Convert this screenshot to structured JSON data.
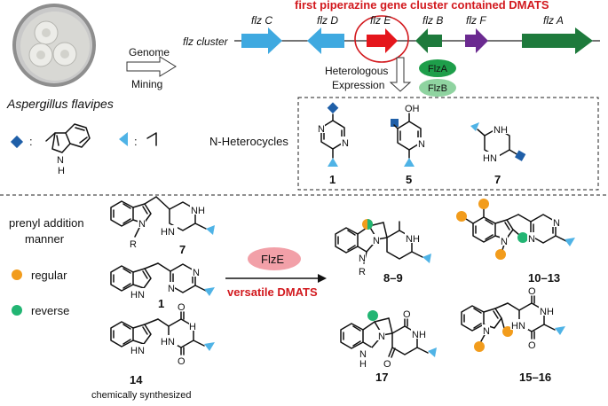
{
  "header": {
    "cluster_title": "first piperazine gene cluster contained DMATS",
    "mining_line1": "Genome",
    "mining_line2": "Mining",
    "organism": "Aspergillus flavipes",
    "cluster_label": "flz cluster"
  },
  "genes": [
    {
      "label": "flz C",
      "direction": "right",
      "color": "#3fa9e0"
    },
    {
      "label": "flz D",
      "direction": "left",
      "color": "#3fa9e0"
    },
    {
      "label": "flz E",
      "direction": "right",
      "color": "#e5161c"
    },
    {
      "label": "flz B",
      "direction": "left",
      "color": "#1e7a3c"
    },
    {
      "label": "flz F",
      "direction": "right",
      "color": "#6b2a90"
    },
    {
      "label": "flz A",
      "direction": "right",
      "color": "#1e7a3c"
    }
  ],
  "expression": {
    "line1": "Heterologous",
    "line2": "Expression",
    "enzyme1": "FlzA",
    "enzyme2": "FlzB",
    "enzyme1_color": "#1e9e4a",
    "enzyme2_color": "#8fd3a0"
  },
  "legend": {
    "diamond_colon": ":",
    "triangle_colon": ":",
    "nh_label": "N",
    "h_label": "H",
    "diamond_color": "#1f5fa8",
    "triangle_color": "#4fb3e6"
  },
  "heterocycles": {
    "title": "N-Heterocycles",
    "oh_label": "OH",
    "compounds": [
      "1",
      "5",
      "7"
    ]
  },
  "bottom": {
    "prenyl_line1": "prenyl addition",
    "prenyl_line2": "manner",
    "regular_label": "regular",
    "reverse_label": "reverse",
    "regular_color": "#f29c1c",
    "reverse_color": "#22b573",
    "enzyme": "FlzE",
    "versatile": "versatile DMATS",
    "chem_note": "chemically synthesized",
    "substrates": [
      "7",
      "1",
      "14"
    ],
    "products": [
      "8–9",
      "10–13",
      "17",
      "15–16"
    ]
  },
  "atoms": {
    "N": "N",
    "H": "H",
    "R": "R",
    "HN": "HN",
    "NH": "NH",
    "O": "O"
  }
}
